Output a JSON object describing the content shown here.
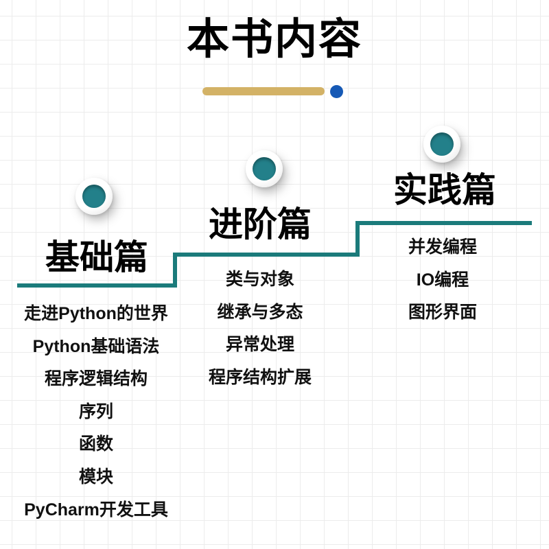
{
  "header": {
    "title": "本书内容"
  },
  "decor": {
    "underline_bar_color": "#d3b266",
    "underline_dot_color": "#1659b5",
    "step_line_color": "#1b7b7b",
    "marker_fill_color": "#23808a"
  },
  "sections": [
    {
      "id": "basics",
      "title": "基础篇",
      "items": [
        "走进Python的世界",
        "Python基础语法",
        "程序逻辑结构",
        "序列",
        "函数",
        "模块",
        "PyCharm开发工具"
      ]
    },
    {
      "id": "advanced",
      "title": "进阶篇",
      "items": [
        "类与对象",
        "继承与多态",
        "异常处理",
        "程序结构扩展"
      ]
    },
    {
      "id": "practice",
      "title": "实践篇",
      "items": [
        "并发编程",
        "IO编程",
        "图形界面"
      ]
    }
  ]
}
